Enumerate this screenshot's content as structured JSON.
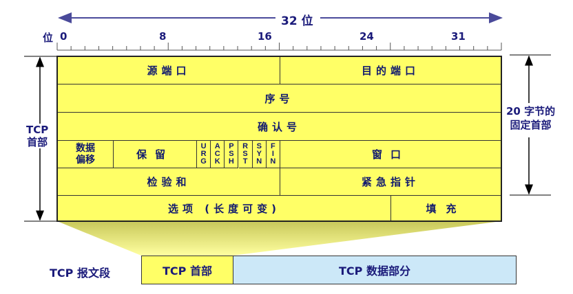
{
  "width_label": "32 位",
  "bit_label": "位",
  "bit_ticks": [
    "0",
    "8",
    "16",
    "24",
    "31"
  ],
  "header_label": "TCP\n首部",
  "fixed_label": "20 字节的\n固定首部",
  "fields": {
    "src_port": "源端口",
    "dst_port": "目的端口",
    "seq": "序号",
    "ack": "确认号",
    "offset": "数据\n偏移",
    "reserved": "保留",
    "flags": [
      "URG",
      "ACK",
      "PSH",
      "RST",
      "SYN",
      "FIN"
    ],
    "window": "窗口",
    "checksum": "检验和",
    "urgent": "紧急指针",
    "options": "选项 (长度可变)",
    "padding": "填充"
  },
  "segment": {
    "label": "TCP 报文段",
    "header": "TCP 首部",
    "data": "TCP 数据部分"
  },
  "colors": {
    "field": "#ffff66",
    "data": "#cce8f8",
    "text": "#1a1a7a",
    "arrow": "#4a4a9a"
  }
}
